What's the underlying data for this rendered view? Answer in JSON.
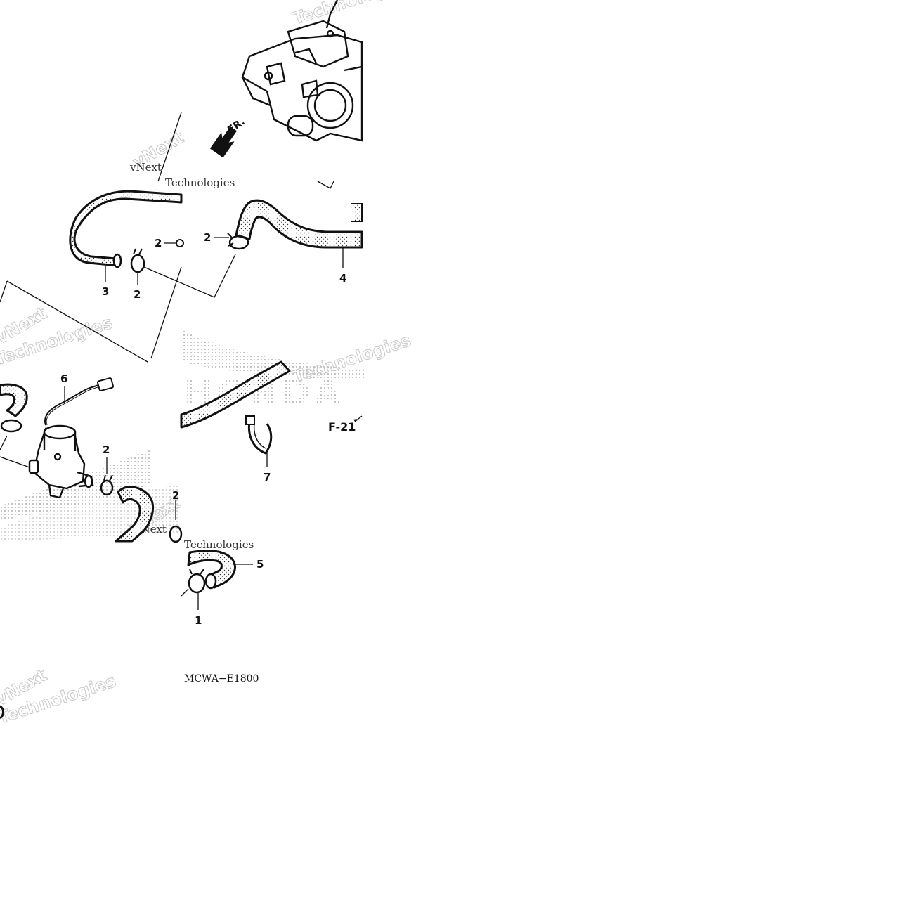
{
  "diagram": {
    "front_arrow_label": "FR.",
    "reference_label": "F-21",
    "drawing_code": "MCWA−E1800",
    "callouts": {
      "part_1": "1",
      "part_2": "2",
      "part_3": "3",
      "part_4": "4",
      "part_5": "5",
      "part_6": "6",
      "part_7": "7"
    },
    "watermarks": {
      "brand": "vNext",
      "company": "Technologies",
      "logo_text": "HONDA"
    }
  },
  "colors": {
    "ink": "#111111",
    "watermark_gray": "#c8c8c8",
    "background": "#ffffff"
  }
}
